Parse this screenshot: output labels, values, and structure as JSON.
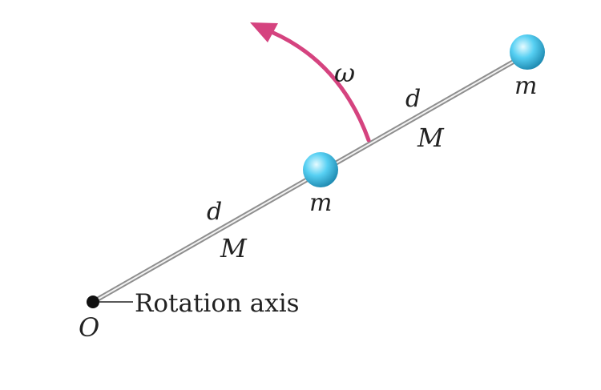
{
  "labels": {
    "omega": "ω",
    "d_upper": "d",
    "M_upper": "M",
    "m_upper": "m",
    "d_lower": "d",
    "M_lower": "M",
    "m_lower": "m",
    "origin": "O",
    "axis_label": "Rotation axis"
  },
  "colors": {
    "rod": "#9a9a9a",
    "rod_highlight": "#f2f2f2",
    "arrow": "#d5437f",
    "sphere_light": "#e6fbff",
    "sphere_mid": "#57d0f3",
    "sphere_dark": "#1b86ad",
    "pivot": "#111111",
    "text": "#222222"
  }
}
